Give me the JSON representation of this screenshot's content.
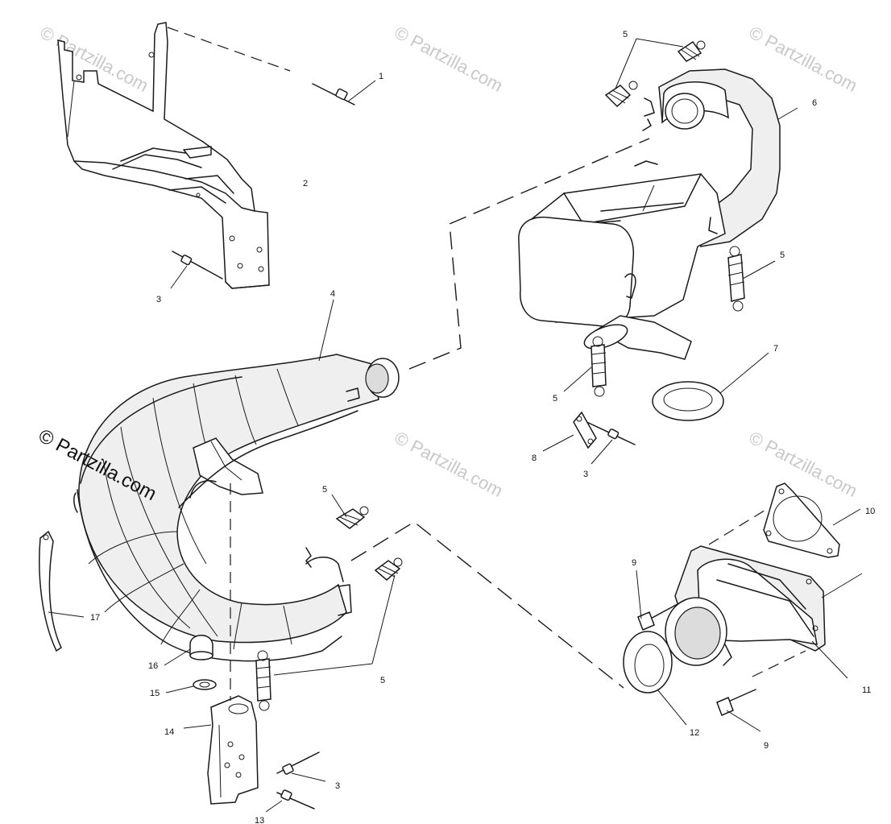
{
  "watermark": {
    "faint": "© Partzilla.com",
    "main": "© Partzilla.com"
  },
  "callouts": {
    "c1": "1",
    "c2": "2",
    "c3a": "3",
    "c3b": "3",
    "c3c": "3",
    "c4": "4",
    "c5a": "5",
    "c5b": "5",
    "c5c": "5",
    "c5d": "5",
    "c5e": "5",
    "c6": "6",
    "c7": "7",
    "c8": "8",
    "c9a": "9",
    "c9b": "9",
    "c10": "10",
    "c11": "11",
    "c12": "12",
    "c13": "13",
    "c14": "14",
    "c15": "15",
    "c16": "16",
    "c17": "17"
  }
}
